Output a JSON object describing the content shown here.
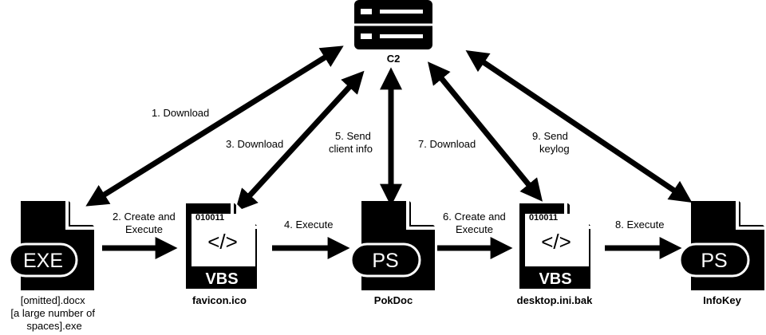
{
  "c2": {
    "label": "C2",
    "icon": "server-icon"
  },
  "nodes": {
    "exe": {
      "icon": "exe-file-icon",
      "badge": "EXE",
      "caption_lines": [
        "[omitted].docx",
        "[a large number of",
        "spaces].exe"
      ]
    },
    "favicon": {
      "icon": "vbs-file-icon",
      "binary": "010011",
      "code": "</>",
      "badge": "VBS",
      "name": "favicon.ico"
    },
    "pokdoc": {
      "icon": "powershell-file-icon",
      "badge": "PS",
      "name": "PokDoc"
    },
    "desktop": {
      "icon": "vbs-file-icon",
      "binary": "010011",
      "code": "</>",
      "badge": "VBS",
      "name": "desktop.ini.bak"
    },
    "infokey": {
      "icon": "powershell-file-icon",
      "badge": "PS",
      "name": "InfoKey"
    }
  },
  "steps": {
    "s1": [
      "1. Download"
    ],
    "s2": [
      "2. Create and",
      "Execute"
    ],
    "s3": [
      "3. Download"
    ],
    "s4": [
      "4. Execute"
    ],
    "s5": [
      "5. Send",
      "client info"
    ],
    "s6": [
      "6. Create and",
      "Execute"
    ],
    "s7": [
      "7. Download"
    ],
    "s8": [
      "8. Execute"
    ],
    "s9": [
      "9. Send",
      "keylog"
    ]
  }
}
